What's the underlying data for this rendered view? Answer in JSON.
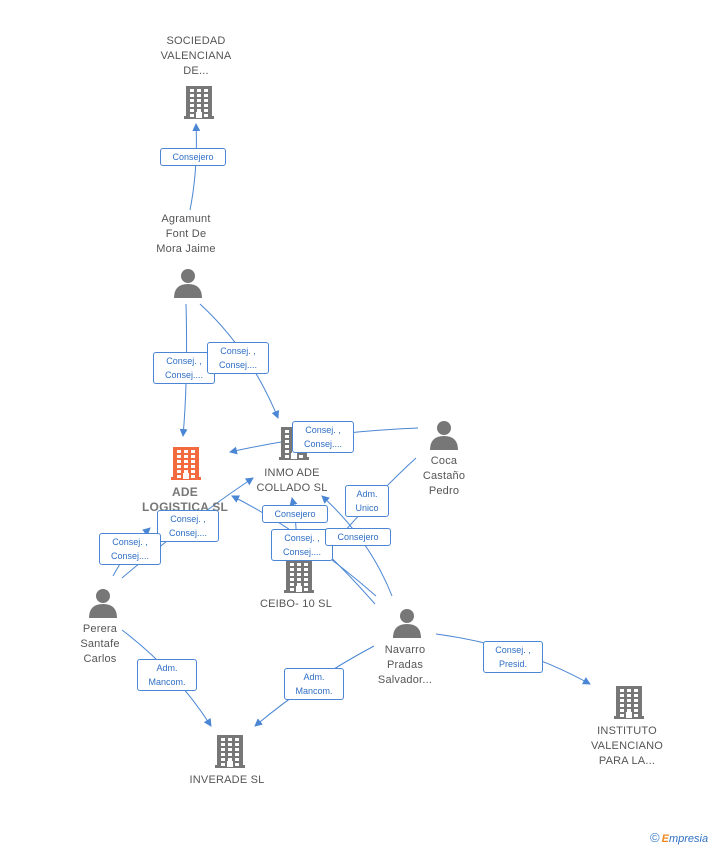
{
  "nodes": {
    "sociedad": {
      "lines": [
        "SOCIEDAD",
        "VALENCIANA",
        "DE..."
      ]
    },
    "agramunt": {
      "lines": [
        "Agramunt",
        "Font De",
        "Mora Jaime"
      ]
    },
    "ade": {
      "lines": [
        "ADE",
        "LOGISTICA SL"
      ]
    },
    "inmo": {
      "lines": [
        "INMO ADE",
        "COLLADO SL"
      ]
    },
    "coca": {
      "lines": [
        "Coca",
        "Castaño",
        "Pedro"
      ]
    },
    "ceibo": {
      "lines": [
        "CEIBO- 10 SL"
      ]
    },
    "perera": {
      "lines": [
        "Perera",
        "Santafe",
        "Carlos"
      ]
    },
    "navarro": {
      "lines": [
        "Navarro",
        "Pradas",
        "Salvador..."
      ]
    },
    "instituto": {
      "lines": [
        "INSTITUTO",
        "VALENCIANO",
        "PARA LA..."
      ]
    },
    "inverade": {
      "lines": [
        "INVERADE SL"
      ]
    }
  },
  "edge_labels": {
    "consejero_sociedad": [
      "Consejero"
    ],
    "agramunt_ade": [
      "Consej. ,",
      "Consej...."
    ],
    "agramunt_inmo": [
      "Consej. ,",
      "Consej...."
    ],
    "coca_ade": [
      "Consej. ,",
      "Consej...."
    ],
    "coca_inmo": [
      "Adm.",
      "Unico"
    ],
    "consejero_inmo": [
      "Consejero"
    ],
    "consejero_ceibo": [
      "Consejero"
    ],
    "navarro_ceibo": [
      "Consej. ,",
      "Consej...."
    ],
    "perera_ade": [
      "Consej. ,",
      "Consej...."
    ],
    "perera_inmo": [
      "Consej. ,",
      "Consej...."
    ],
    "perera_inverade": [
      "Adm.",
      "Mancom."
    ],
    "navarro_inverade": [
      "Adm.",
      "Mancom."
    ],
    "navarro_instituto": [
      "Consej. ,",
      "Presid."
    ]
  },
  "brand": {
    "copyright": "©",
    "initial": "E",
    "rest": "mpresia"
  },
  "colors": {
    "edge": "#4a86d4",
    "building": "#777777",
    "highlight": "#f26a3d",
    "person": "#777777"
  }
}
